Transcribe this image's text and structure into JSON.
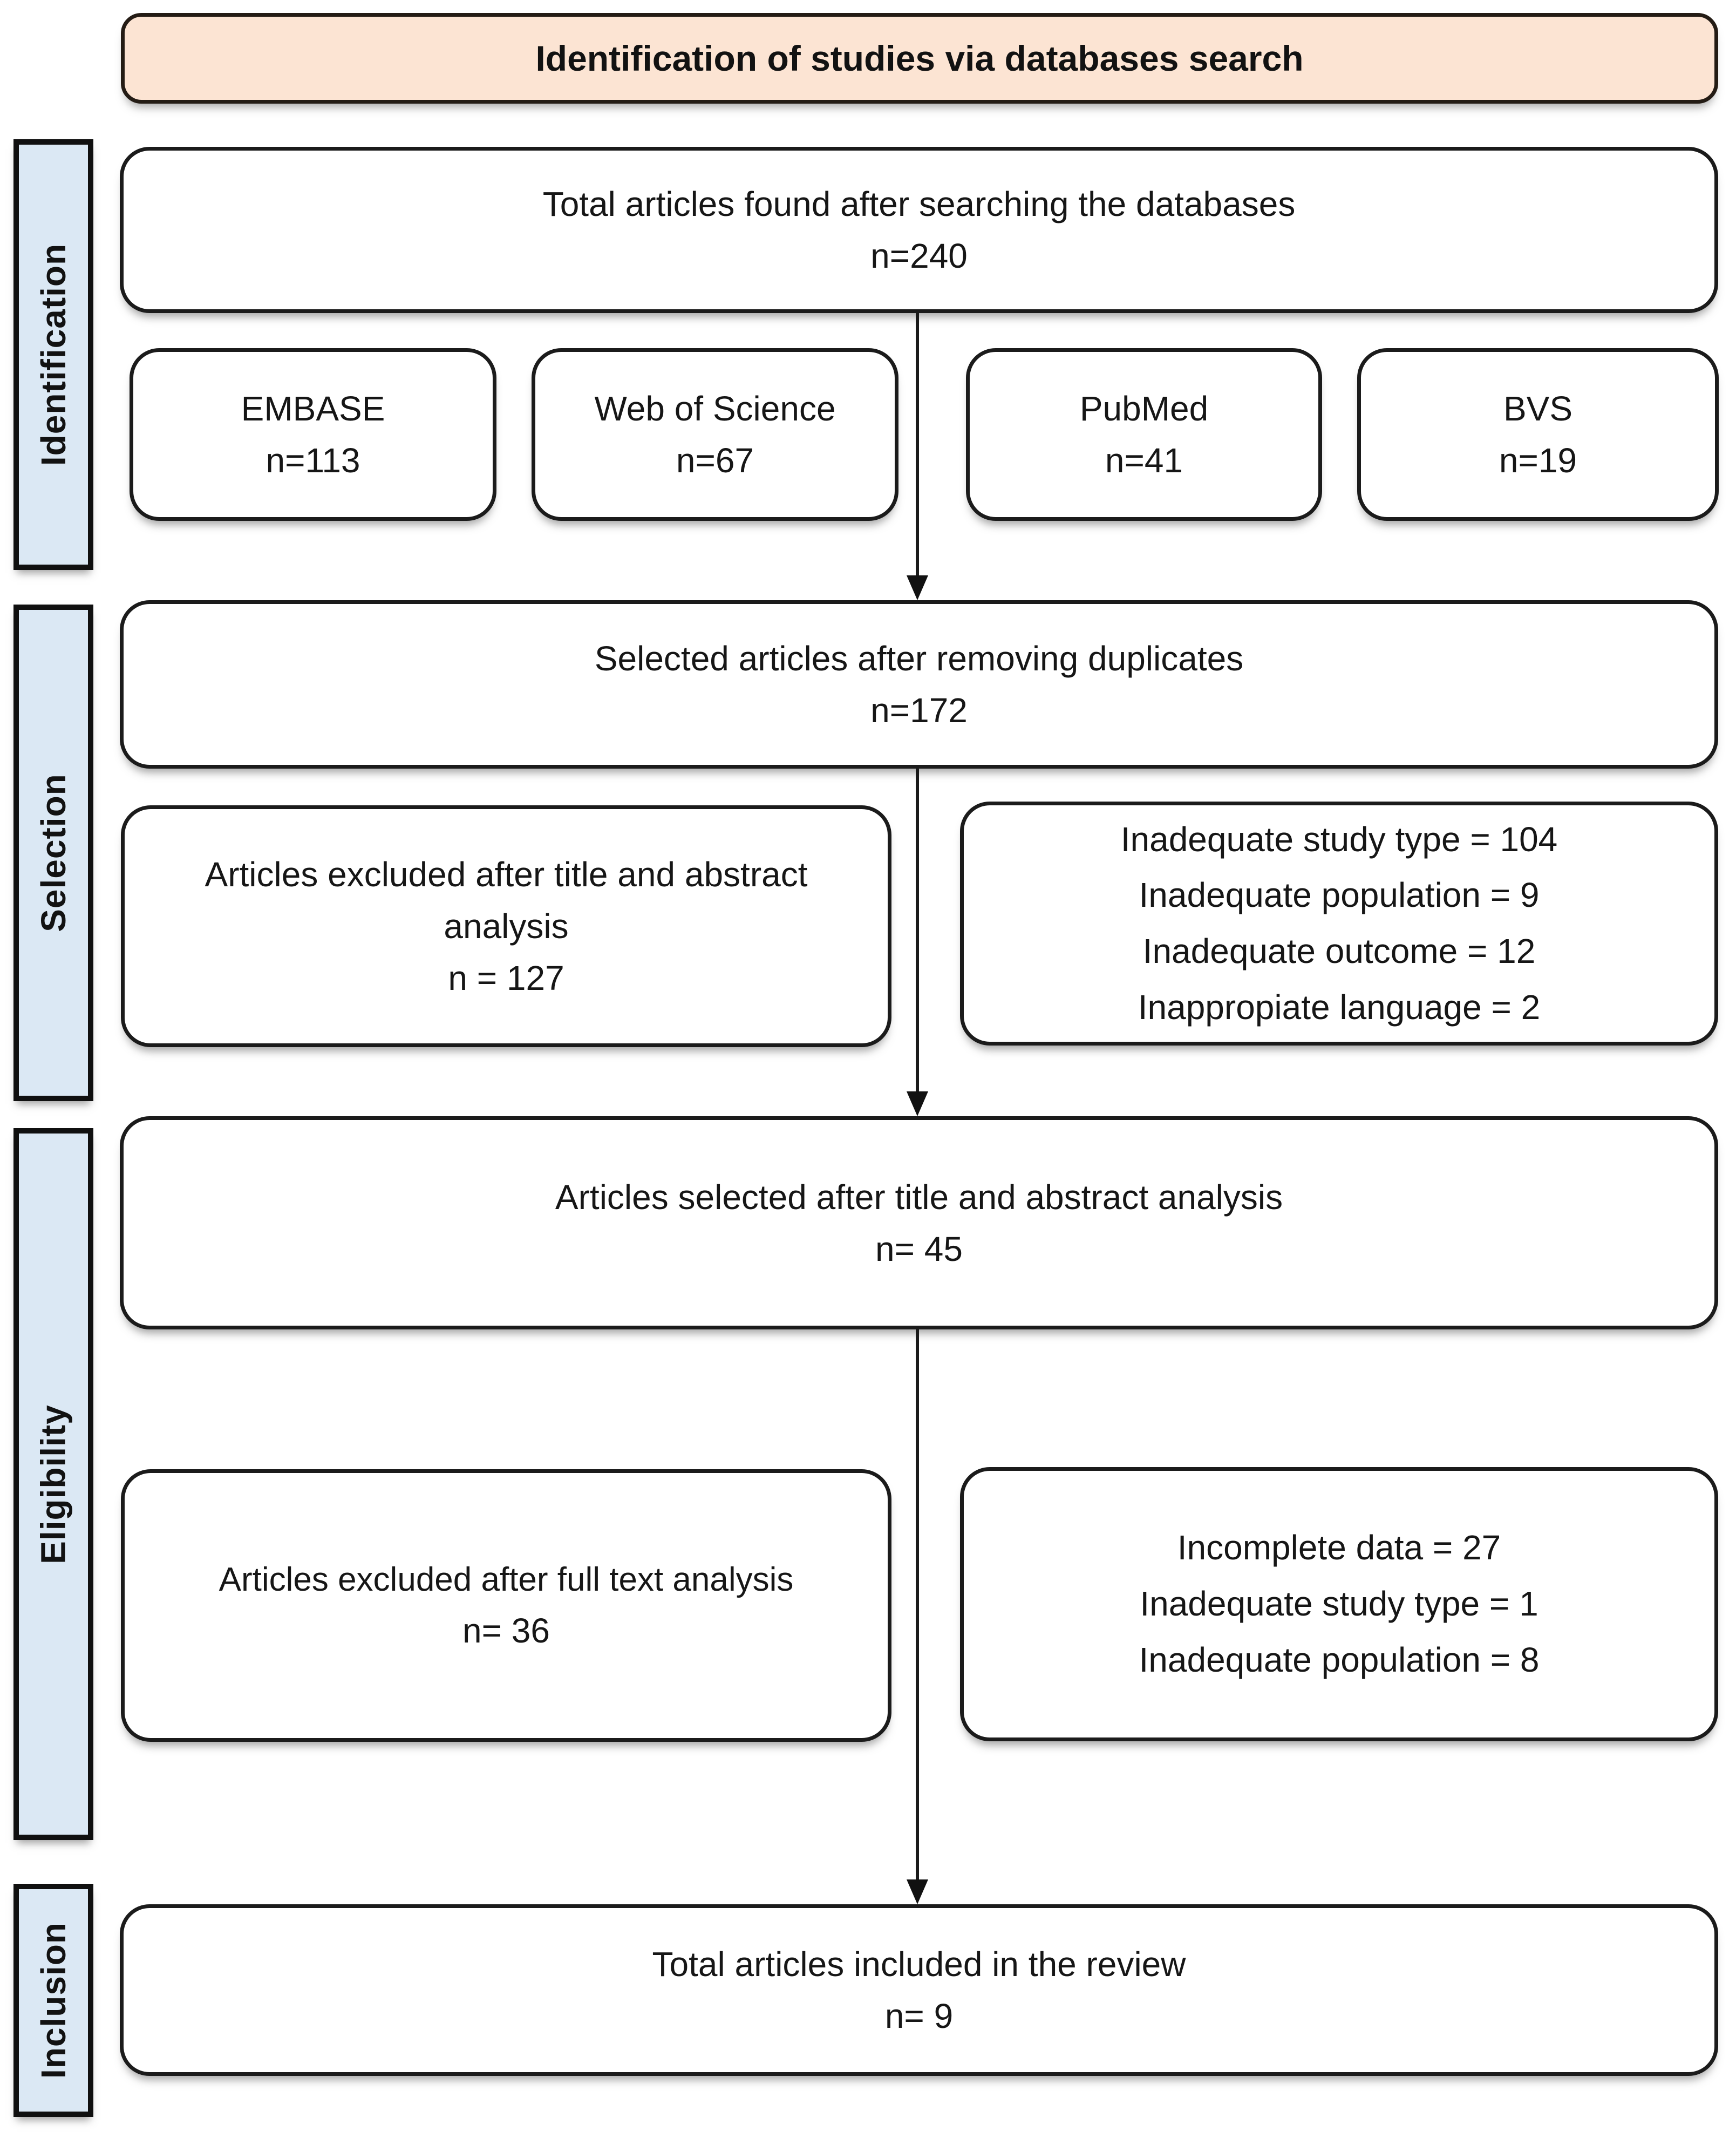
{
  "title": "Identification of studies via databases search",
  "colors": {
    "title_bg": "#fce4d3",
    "stage_bg": "#dbe8f4",
    "box_bg": "#ffffff",
    "border": "#1b1b1b",
    "text": "#161616"
  },
  "stages": [
    {
      "label": "Identification"
    },
    {
      "label": "Selection"
    },
    {
      "label": "Eligibility"
    },
    {
      "label": "Inclusion"
    }
  ],
  "flow": {
    "total_found": {
      "label": "Total articles found after searching the databases",
      "n": "n=240"
    },
    "databases": [
      {
        "name": "EMBASE",
        "n": "n=113"
      },
      {
        "name": "Web of Science",
        "n": "n=67"
      },
      {
        "name": "PubMed",
        "n": "n=41"
      },
      {
        "name": "BVS",
        "n": "n=19"
      }
    ],
    "deduplicated": {
      "label": "Selected articles after removing duplicates",
      "n": "n=172"
    },
    "excluded_title_abstract": {
      "label": "Articles excluded after title and abstract analysis",
      "n": "n = 127"
    },
    "reasons_title_abstract": [
      "Inadequate study type = 104",
      "Inadequate population = 9",
      "Inadequate outcome = 12",
      "Inappropiate language = 2"
    ],
    "selected_title_abstract": {
      "label": "Articles selected after title and abstract analysis",
      "n": "n= 45"
    },
    "excluded_full_text": {
      "label": "Articles excluded after full text analysis",
      "n": "n= 36"
    },
    "reasons_full_text": [
      "Incomplete data = 27",
      "Inadequate study type = 1",
      "Inadequate population = 8"
    ],
    "included": {
      "label": "Total articles included in the review",
      "n": "n= 9"
    }
  }
}
